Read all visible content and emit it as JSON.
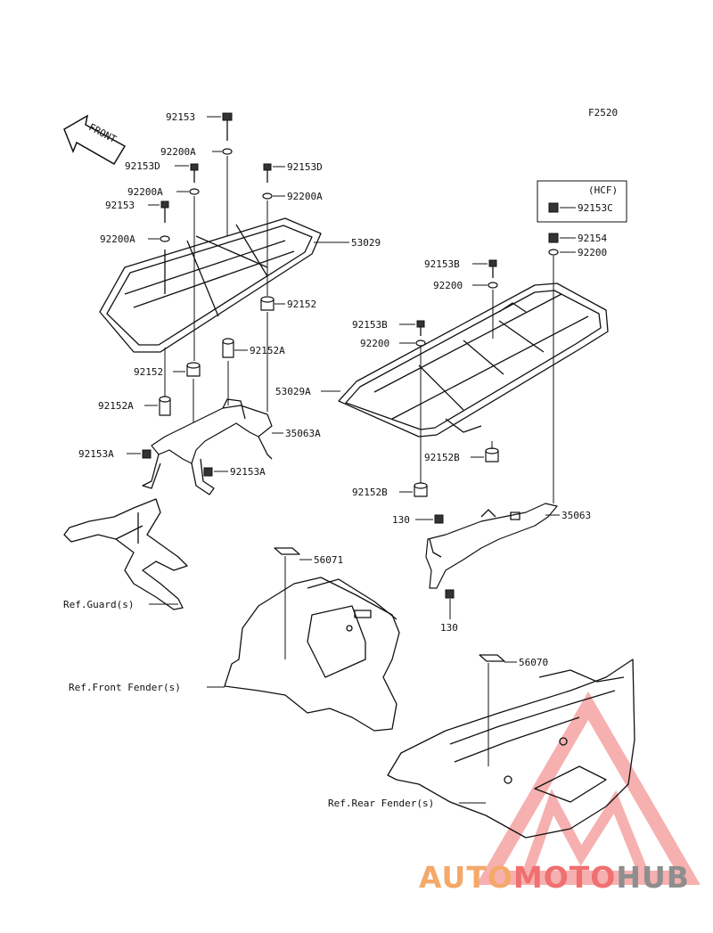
{
  "diagram_code": "F2520",
  "front_label": "FRONT",
  "hcf_label": "(HCF)",
  "parts": {
    "p92153_top": "92153",
    "p92200A_top": "92200A",
    "p92153D_left": "92153D",
    "p92153D_right": "92153D",
    "p92200A_left": "92200A",
    "p92200A_right": "92200A",
    "p92153_left": "92153",
    "p92200A_lower": "92200A",
    "p53029": "53029",
    "p92152_right": "92152",
    "p92152A_mid": "92152A",
    "p92152_left": "92152",
    "p92152A_left": "92152A",
    "p35063A": "35063A",
    "p92153A_left": "92153A",
    "p92153A_right": "92153A",
    "p92153C": "92153C",
    "p92154": "92154",
    "p92200_hcf": "92200",
    "p92153B_top": "92153B",
    "p92200_top": "92200",
    "p92153B_mid": "92153B",
    "p92200_mid": "92200",
    "p53029A": "53029A",
    "p92152B_right": "92152B",
    "p92152B_left": "92152B",
    "p130_top": "130",
    "p35063": "35063",
    "p130_bottom": "130",
    "p56071": "56071",
    "p56070": "56070"
  },
  "refs": {
    "guard": "Ref.Guard(s)",
    "front_fender": "Ref.Front Fender(s)",
    "rear_fender": "Ref.Rear Fender(s)"
  },
  "watermark": {
    "part1": "AUTO",
    "part2": "MOTO",
    "part3": "HUB",
    "colors": {
      "orange": "#f4a86a",
      "red": "#f06a6a",
      "gray": "#8e8e8e"
    }
  }
}
